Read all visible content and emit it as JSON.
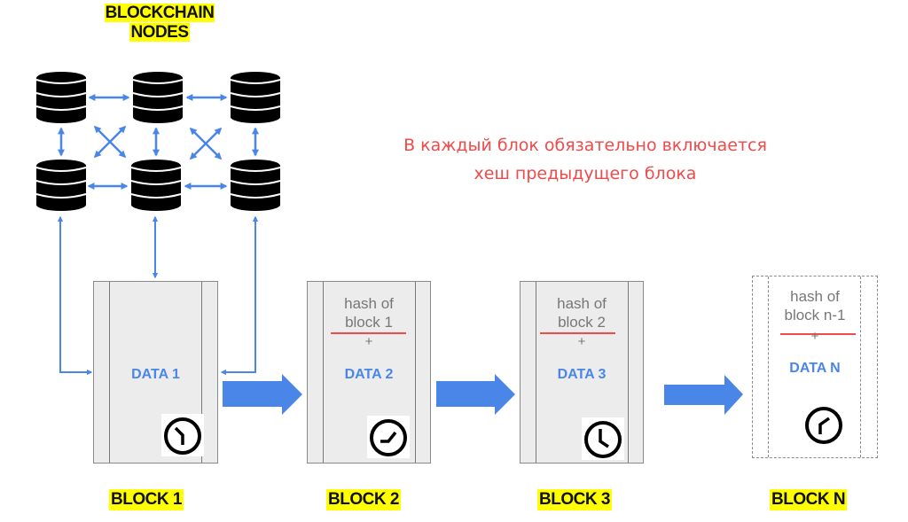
{
  "title": {
    "line1": "BLOCKCHAIN",
    "line2": "NODES"
  },
  "note": {
    "line1": "В каждый блок обязательно включается",
    "line2": "хеш предыдущего блока",
    "color": "#f04a4a"
  },
  "colors": {
    "arrow": "#4a86e8",
    "highlight": "#ffff00",
    "data_text": "#4a86e8"
  },
  "nodes": {
    "rows": 2,
    "cols": 3,
    "icon": "database-icon"
  },
  "blocks": [
    {
      "label": "BLOCK 1",
      "hash_line1": "",
      "hash_line2": "",
      "plus": "",
      "data": "DATA 1",
      "icon": "clock-icon",
      "style": "solid"
    },
    {
      "label": "BLOCK 2",
      "hash_line1": "hash of",
      "hash_line2": "block 1",
      "plus": "+",
      "data": "DATA 2",
      "icon": "clock-icon",
      "style": "solid"
    },
    {
      "label": "BLOCK 3",
      "hash_line1": "hash of",
      "hash_line2": "block 2",
      "plus": "+",
      "data": "DATA 3",
      "icon": "clock-icon",
      "style": "solid"
    },
    {
      "label": "BLOCK N",
      "hash_line1": "hash of",
      "hash_line2": "block n-1",
      "plus": "+",
      "data": "DATA N",
      "icon": "clock-icon",
      "style": "dashed"
    }
  ]
}
